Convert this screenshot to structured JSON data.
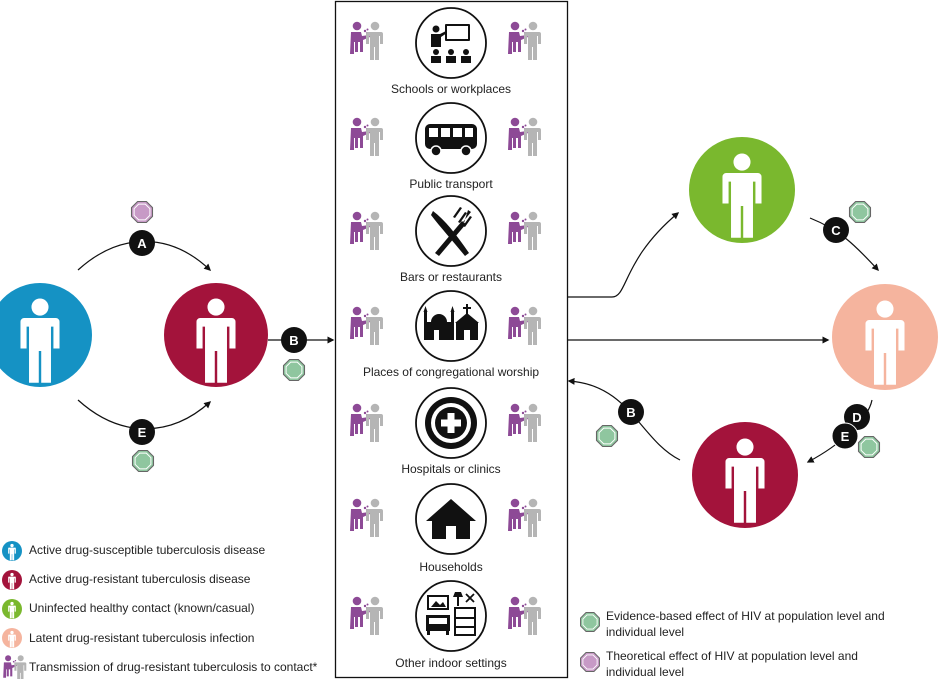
{
  "colors": {
    "drug_susceptible": "#1592c4",
    "drug_resistant": "#a3133b",
    "uninfected": "#7ab82e",
    "latent": "#f5b49e",
    "evidence_octagon": "#8fc69f",
    "theoretical_octagon": "#c79ac6",
    "contact_purple": "#8d4a96",
    "contact_grey": "#b5b5b5"
  },
  "arrow_labels": {
    "a": "A",
    "b": "B",
    "c": "C",
    "d": "D",
    "e": "E"
  },
  "icons": {
    "schools": "teacher-classroom-icon",
    "transport": "bus-icon",
    "bars": "knife-fork-icon",
    "worship": "mosque-church-icon",
    "hospitals": "medical-cross-icon",
    "households": "house-icon",
    "other": "indoor-furniture-icon"
  },
  "settings": [
    {
      "key": "schools",
      "label": "Schools or workplaces"
    },
    {
      "key": "transport",
      "label": "Public transport"
    },
    {
      "key": "bars",
      "label": "Bars or restaurants"
    },
    {
      "key": "worship",
      "label": "Places of congregational worship"
    },
    {
      "key": "hospitals",
      "label": "Hospitals or clinics"
    },
    {
      "key": "households",
      "label": "Households"
    },
    {
      "key": "other",
      "label": "Other indoor settings"
    }
  ],
  "legend": {
    "drug_susceptible": "Active drug-susceptible tuberculosis disease",
    "drug_resistant": "Active drug-resistant tuberculosis disease",
    "uninfected": "Uninfected healthy contact (known/casual)",
    "latent": "Latent drug-resistant tuberculosis infection",
    "transmission": "Transmission of drug-resistant tuberculosis to contact*",
    "evidence_line1": "Evidence-based effect of HIV at population level and",
    "evidence_line2": "individual level",
    "theoretical_line1": "Theoretical effect of HIV at population level and",
    "theoretical_line2": "individual level"
  }
}
